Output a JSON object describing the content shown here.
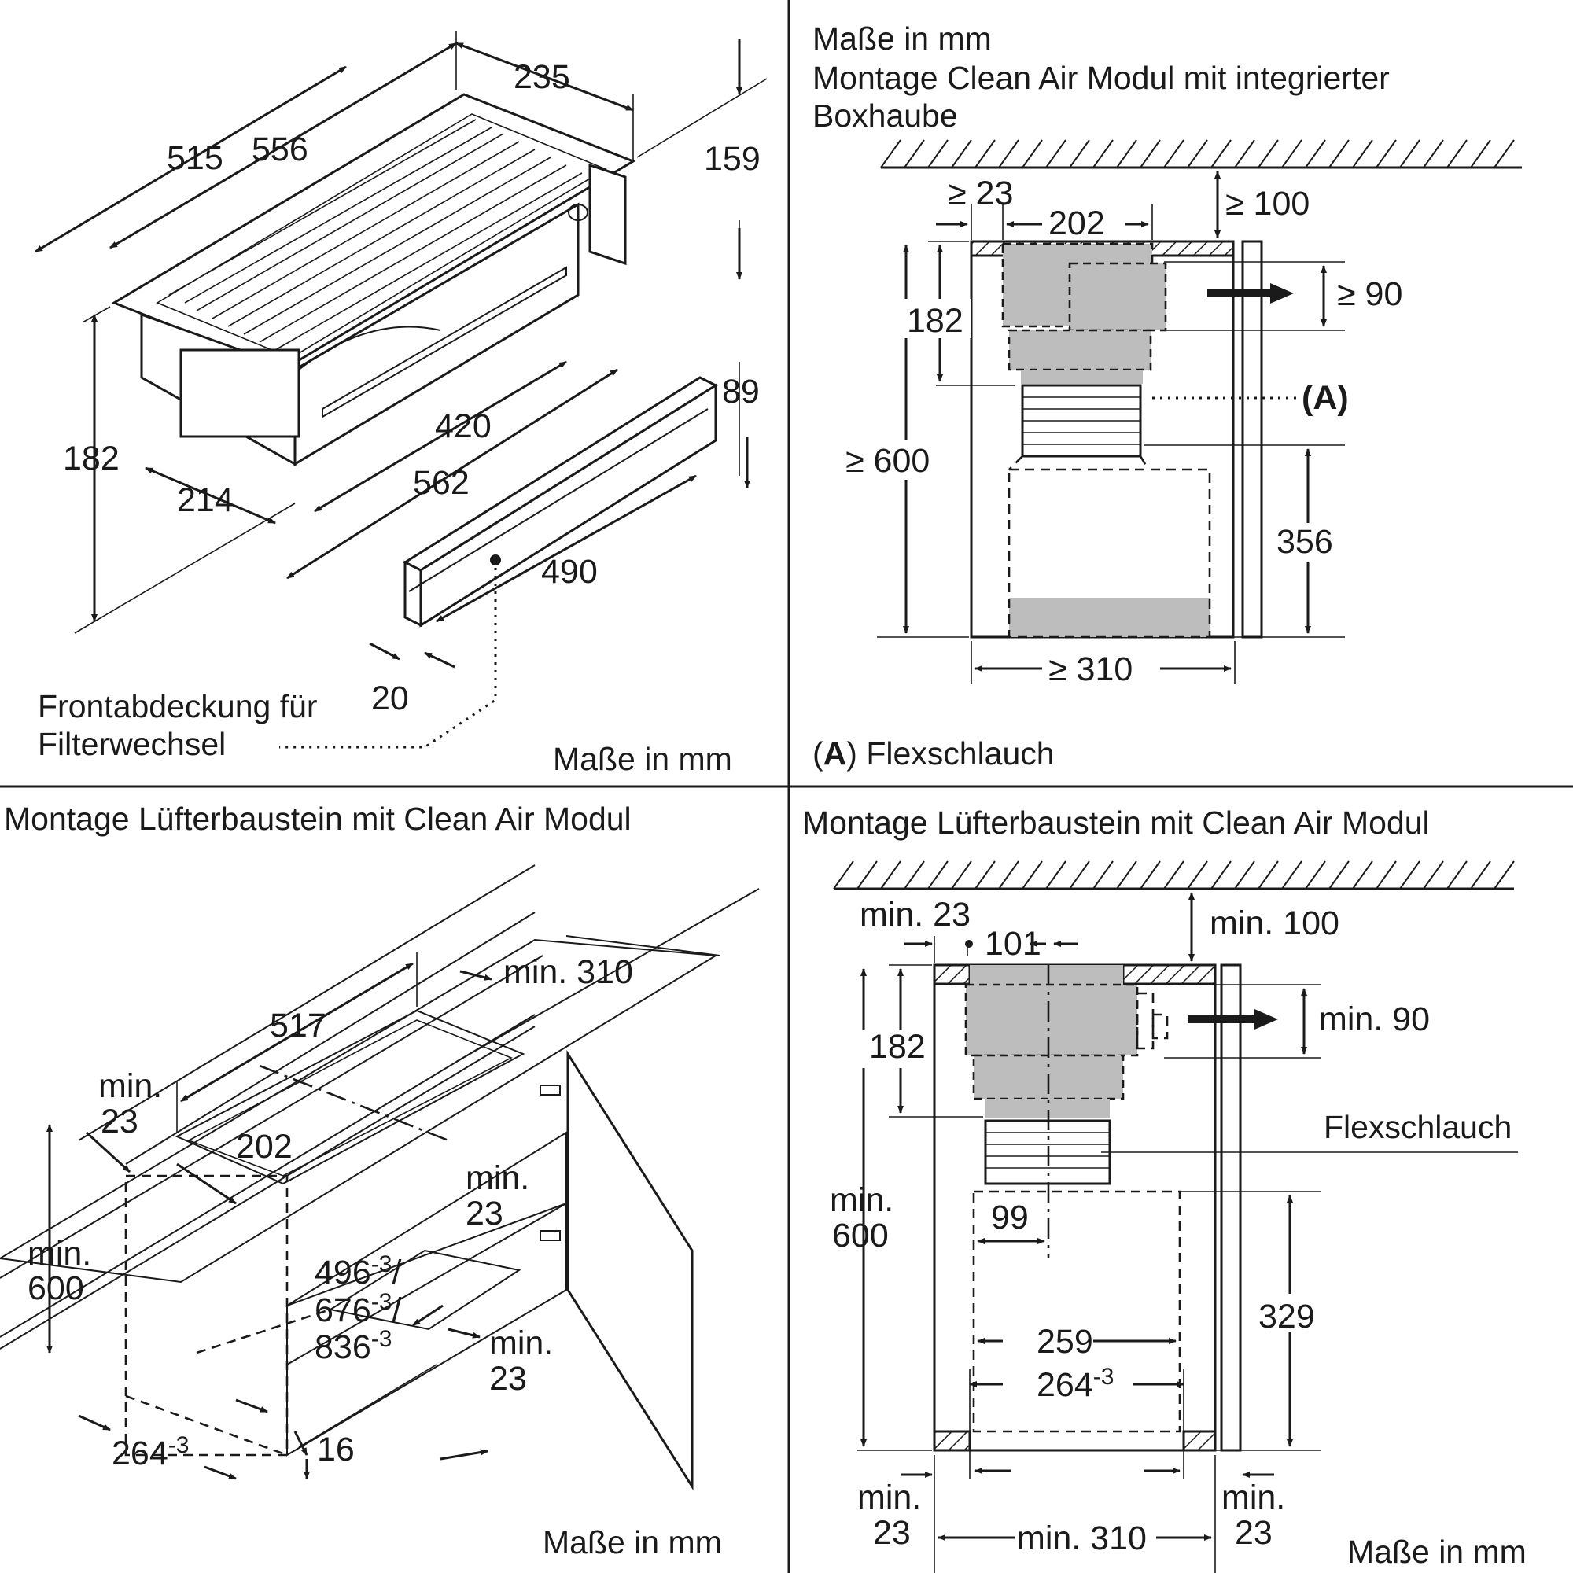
{
  "panel_top_left": {
    "dims": {
      "d235": "235",
      "d515": "515",
      "d556": "556",
      "d159": "159",
      "d182": "182",
      "d420": "420",
      "d89": "89",
      "d214": "214",
      "d562": "562",
      "d490": "490",
      "d20": "20"
    },
    "front_cover_label_line1": "Frontabdeckung für",
    "front_cover_label_line2": "Filterwechsel",
    "units": "Maße in mm"
  },
  "panel_top_right": {
    "title_line1": "Maße in mm",
    "title_line2": "Montage Clean Air Modul mit integrierter",
    "title_line3": "Boxhaube",
    "dims": {
      "d23": "≥ 23",
      "d202": "202",
      "d100": "≥ 100",
      "d90": "≥ 90",
      "d182": "182",
      "d600": "≥ 600",
      "d356": "356",
      "d310": "≥ 310"
    },
    "callout_a": "(A)",
    "legend_letter": "A",
    "legend_text": "Flexschlauch"
  },
  "panel_bottom_left": {
    "title": "Montage Lüfterbaustein mit Clean Air Modul",
    "dims": {
      "d517": "517",
      "d310": "min. 310",
      "min23a_1": "min.",
      "min23a_2": "23",
      "d202": "202",
      "min23b_1": "min.",
      "min23b_2": "23",
      "min600_1": "min.",
      "min600_2": "600",
      "d496": "496",
      "d676": "676",
      "d836": "836",
      "tol": "-3",
      "slash": "/",
      "min23c_1": "min.",
      "min23c_2": "23",
      "d264": "264",
      "d16": "16"
    },
    "units": "Maße in mm"
  },
  "panel_bottom_right": {
    "title": "Montage Lüfterbaustein mit Clean Air Modul",
    "dims": {
      "min23": "min. 23",
      "d101": "101",
      "min100": "min. 100",
      "min90": "min. 90",
      "d182": "182",
      "min600_1": "min.",
      "min600_2": "600",
      "d99": "99",
      "d329": "329",
      "d259": "259",
      "d264": "264",
      "tol": "-3",
      "min23l_1": "min.",
      "min23l_2": "23",
      "min310": "min. 310",
      "min23r_1": "min.",
      "min23r_2": "23"
    },
    "flex_label": "Flexschlauch",
    "units": "Maße in mm"
  }
}
